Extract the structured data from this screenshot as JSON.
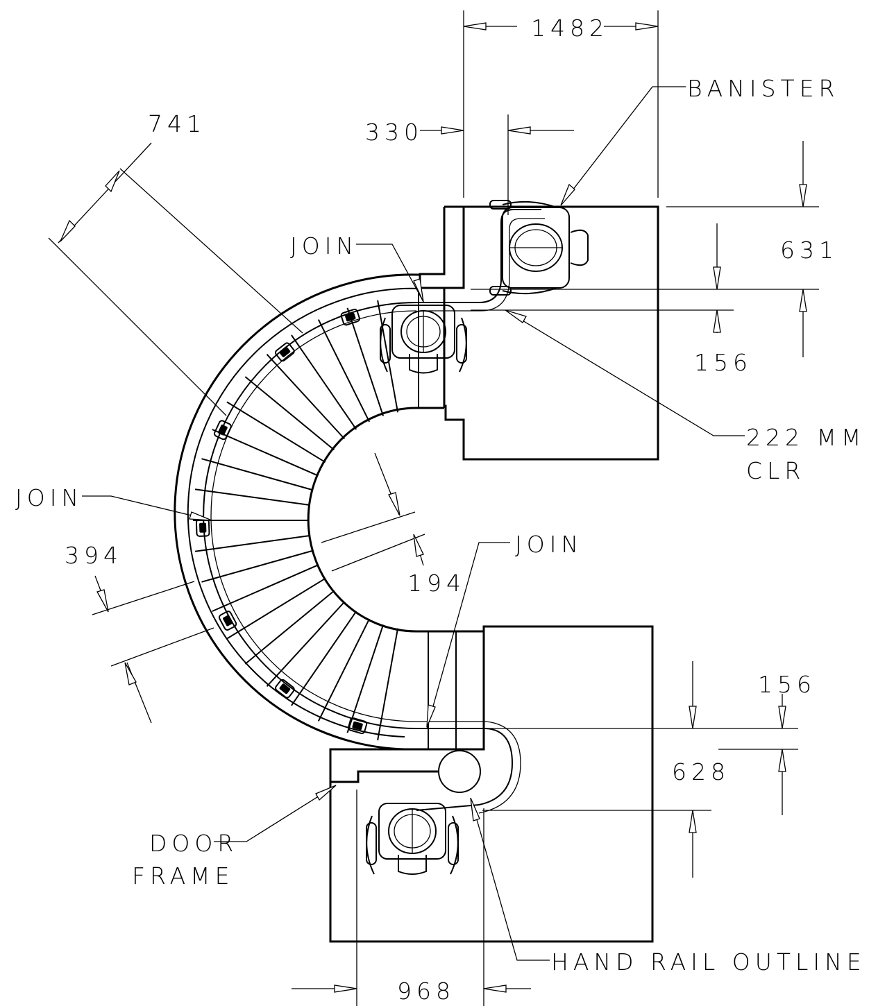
{
  "dimensions": {
    "top_width": "1482",
    "top_offset": "330",
    "top_landing_depth": "631",
    "top_rail_gap": "156",
    "diagonal_tread": "741",
    "tread_width": "394",
    "center_column": "194",
    "bottom_rail_gap": "156",
    "bottom_landing": "628",
    "bottom_width": "968"
  },
  "labels": {
    "banister": "BANISTER",
    "join_top": "JOIN",
    "join_left": "JOIN",
    "join_mid": "JOIN",
    "clearance_line1": "222 MM",
    "clearance_line2": "CLR",
    "door_frame_line1": "DOOR",
    "door_frame_line2": "FRAME",
    "hand_rail": "HAND RAIL OUTLINE"
  }
}
